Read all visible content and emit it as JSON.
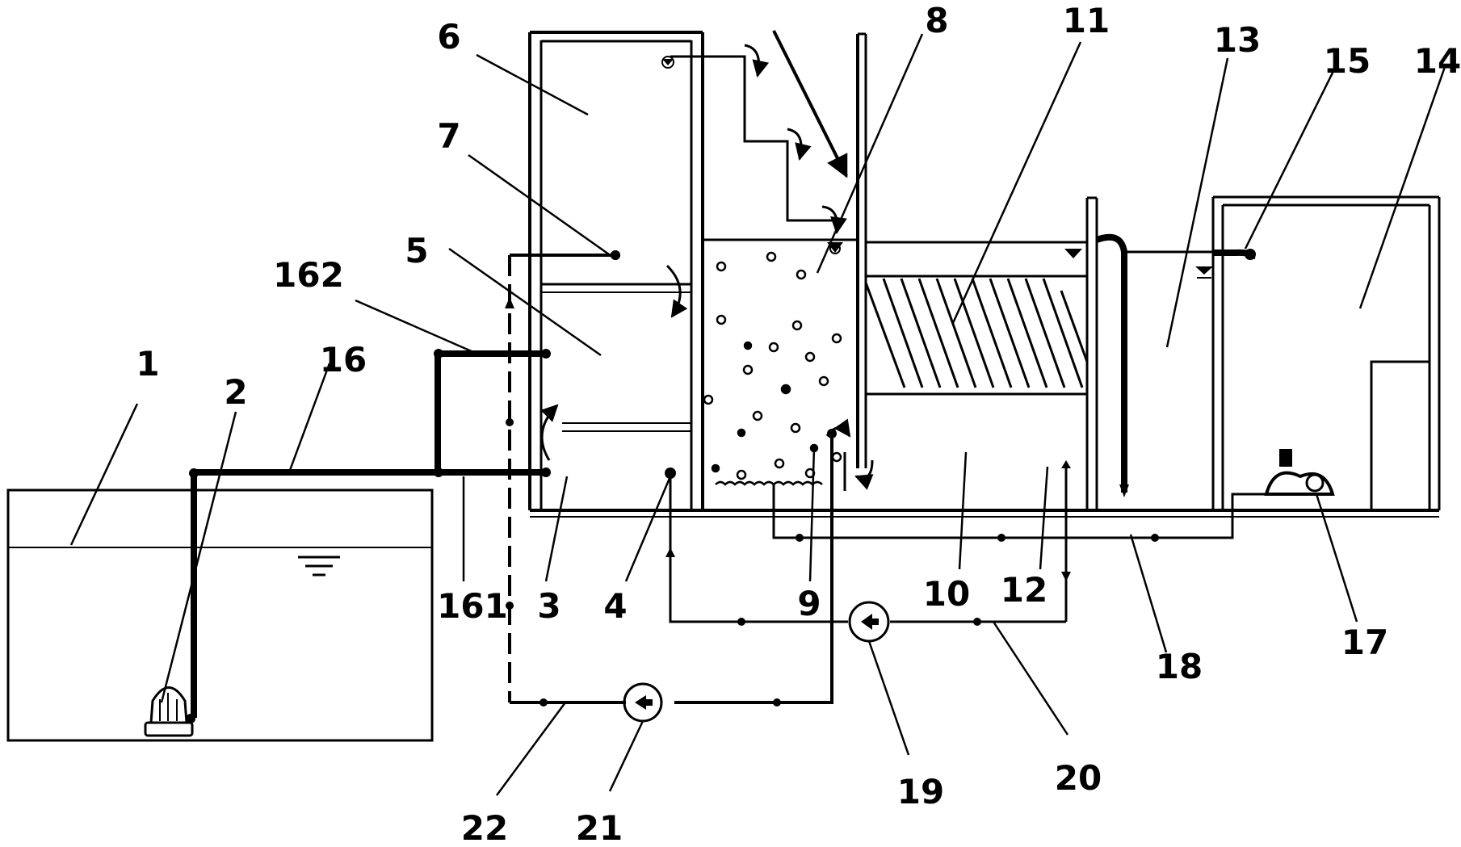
{
  "labels": {
    "l1": "1",
    "l2": "2",
    "l3": "3",
    "l4": "4",
    "l5": "5",
    "l6": "6",
    "l7": "7",
    "l8": "8",
    "l9": "9",
    "l10": "10",
    "l11": "11",
    "l12": "12",
    "l13": "13",
    "l14": "14",
    "l15": "15",
    "l16": "16",
    "l17": "17",
    "l18": "18",
    "l19": "19",
    "l20": "20",
    "l21": "21",
    "l22": "22",
    "l161": "161",
    "l162": "162"
  },
  "colors": {
    "ink": "#000000",
    "background": "#ffffff"
  }
}
